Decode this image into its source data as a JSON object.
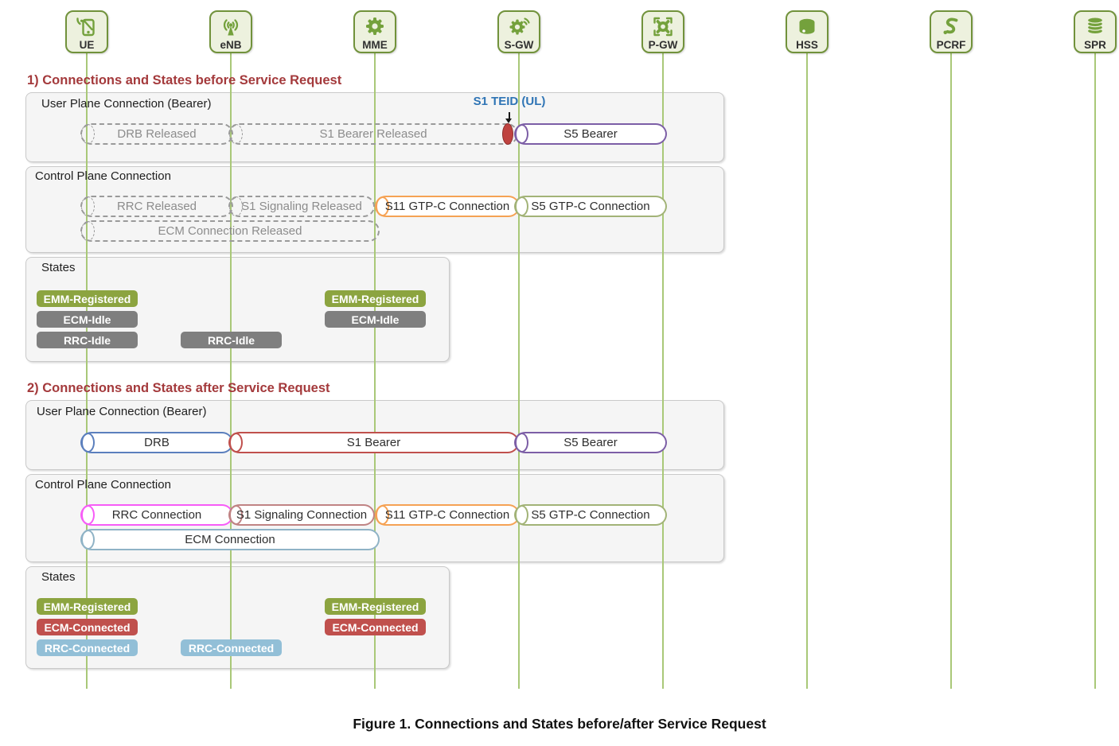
{
  "colors": {
    "heading": "#a43a3c",
    "lifeline": "#a9c878",
    "entity_border": "#71923b",
    "entity_fill": "#edf1de",
    "icon_green": "#74a13c",
    "panel_bg": "#f5f5f5",
    "panel_border": "#c9c9c9",
    "dashed_pill_gray": "#9a9a9a",
    "s5_bearer_purple": "#7c5ea6",
    "s11_gtpc_orange": "#f5a254",
    "s5_gtpc_green": "#a2b377",
    "drb_blue": "#5b7fbd",
    "s1_bearer_red": "#c0504d",
    "rrc_magenta": "#f75cf7",
    "s1_signaling_rose": "#c08384",
    "ecm_blue": "#8fb3c6",
    "state_green": "#8ca440",
    "state_gray": "#7f7f7f",
    "state_red": "#c0504d",
    "state_light_blue": "#92bfd7",
    "teid_blue": "#2e74b5",
    "teid_marker_red": "#bf4340"
  },
  "entities": [
    {
      "label": "UE"
    },
    {
      "label": "eNB"
    },
    {
      "label": "MME"
    },
    {
      "label": "S-GW"
    },
    {
      "label": "P-GW"
    },
    {
      "label": "HSS"
    },
    {
      "label": "PCRF"
    },
    {
      "label": "SPR"
    }
  ],
  "before": {
    "heading": "1) Connections and States before Service Request",
    "user_plane_title": "User Plane Connection (Bearer)",
    "s1_teid_label": "S1 TEID (UL)",
    "control_plane_title": "Control Plane Connection",
    "states_title": "States",
    "pills": {
      "drb": "DRB Released",
      "s1_bearer": "S1 Bearer Released",
      "s5_bearer": "S5 Bearer",
      "rrc": "RRC Released",
      "s1_signaling": "S1 Signaling Released",
      "s11_gtpc": "S11 GTP-C Connection",
      "s5_gtpc": "S5 GTP-C Connection",
      "ecm": "ECM Connection Released"
    },
    "states": {
      "ue": [
        "EMM-Registered",
        "ECM-Idle",
        "RRC-Idle"
      ],
      "enb": [
        "RRC-Idle"
      ],
      "mme": [
        "EMM-Registered",
        "ECM-Idle"
      ]
    }
  },
  "after": {
    "heading": "2) Connections and States after Service Request",
    "user_plane_title": "User Plane Connection (Bearer)",
    "control_plane_title": "Control Plane Connection",
    "states_title": "States",
    "pills": {
      "drb": "DRB",
      "s1_bearer": "S1 Bearer",
      "s5_bearer": "S5 Bearer",
      "rrc": "RRC Connection",
      "s1_signaling": "S1 Signaling Connection",
      "s11_gtpc": "S11 GTP-C Connection",
      "s5_gtpc": "S5 GTP-C Connection",
      "ecm": "ECM Connection"
    },
    "states": {
      "ue": [
        "EMM-Registered",
        "ECM-Connected",
        "RRC-Connected"
      ],
      "enb": [
        "RRC-Connected"
      ],
      "mme": [
        "EMM-Registered",
        "ECM-Connected"
      ]
    }
  },
  "caption": "Figure 1. Connections and States before/after Service Request"
}
